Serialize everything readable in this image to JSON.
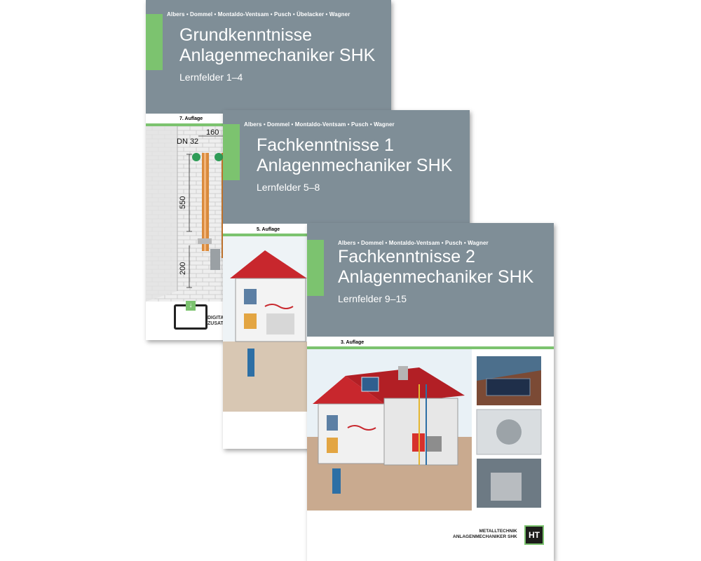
{
  "books": [
    {
      "authors": "Albers • Dommel • Montaldo-Ventsam • Pusch • Übelacker • Wagner",
      "title_line1": "Grundkenntnisse",
      "title_line2": "Anlagenmechaniker SHK",
      "subtitle": "Lernfelder 1–4",
      "edition": "7. Auflage",
      "dim_top": "160",
      "dim_pipe": "DN 32",
      "dim_height": "550",
      "dim_bottom": "200",
      "digital_text_1": "DIGITAL",
      "digital_text_2": "ZUSATZ"
    },
    {
      "authors": "Albers • Dommel • Montaldo-Ventsam • Pusch • Wagner",
      "title_line1": "Fachkenntnisse 1",
      "title_line2": "Anlagenmechaniker SHK",
      "subtitle": "Lernfelder 5–8",
      "edition": "5. Auflage"
    },
    {
      "authors": "Albers • Dommel • Montaldo-Ventsam • Pusch • Wagner",
      "title_line1": "Fachkenntnisse 2",
      "title_line2": "Anlagenmechaniker SHK",
      "subtitle": "Lernfelder 9–15",
      "edition": "3. Auflage",
      "series_line1": "METALLTECHNIK",
      "series_line2": "ANLAGENMECHANIKER SHK",
      "publisher_logo": "HT"
    }
  ],
  "colors": {
    "cover_gray": "#7f8e97",
    "accent_green": "#7cc36f",
    "roof_red": "#c8272d",
    "pipe_copper": "#d98a3c"
  }
}
